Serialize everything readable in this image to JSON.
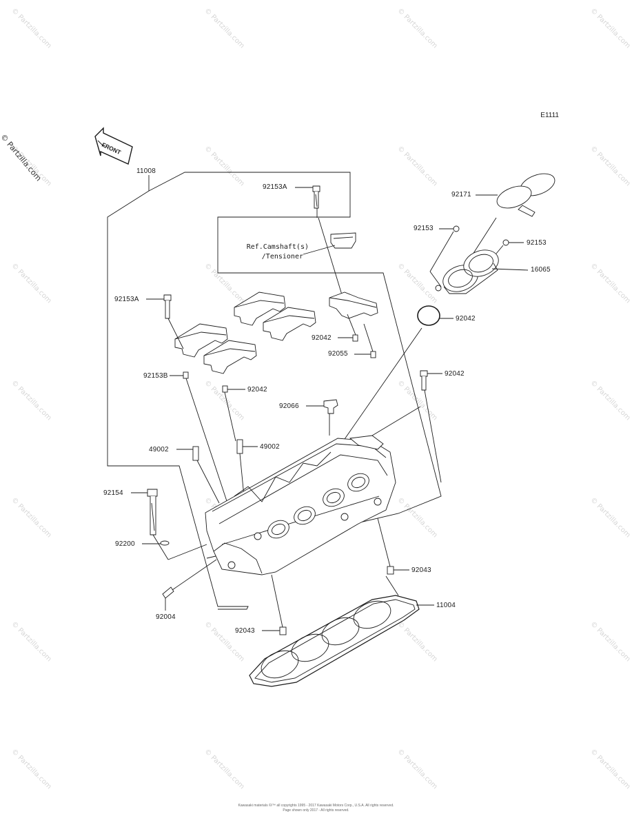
{
  "diagram": {
    "code": "E1111",
    "front_label": "FRONT",
    "watermark": "© Partzilla.com",
    "ref_text_line1": "Ref.Camshaft(s)",
    "ref_text_line2": "/Tensioner",
    "footer_line1": "Kawasaki materials ©/™ all copyrights 1995 - 2017 Kawasaki Motors Corp., U.S.A. All rights reserved.",
    "footer_line2": "Page shown only 2017 - All rights reserved.",
    "callouts": [
      {
        "id": "c11008",
        "text": "11008"
      },
      {
        "id": "c92153A_top",
        "text": "92153A"
      },
      {
        "id": "c92171",
        "text": "92171"
      },
      {
        "id": "c92153_a",
        "text": "92153"
      },
      {
        "id": "c92153_b",
        "text": "92153"
      },
      {
        "id": "c16065",
        "text": "16065"
      },
      {
        "id": "c92153A_left",
        "text": "92153A"
      },
      {
        "id": "c92042_a",
        "text": "92042"
      },
      {
        "id": "c92042_b",
        "text": "92042"
      },
      {
        "id": "c92055",
        "text": "92055"
      },
      {
        "id": "c92042_c",
        "text": "92042"
      },
      {
        "id": "c92153B",
        "text": "92153B"
      },
      {
        "id": "c92042_d",
        "text": "92042"
      },
      {
        "id": "c92066",
        "text": "92066"
      },
      {
        "id": "c49002_a",
        "text": "49002"
      },
      {
        "id": "c49002_b",
        "text": "49002"
      },
      {
        "id": "c92154",
        "text": "92154"
      },
      {
        "id": "c92200",
        "text": "92200"
      },
      {
        "id": "c92043_a",
        "text": "92043"
      },
      {
        "id": "c11004",
        "text": "11004"
      },
      {
        "id": "c92004",
        "text": "92004"
      },
      {
        "id": "c92043_b",
        "text": "92043"
      }
    ]
  }
}
